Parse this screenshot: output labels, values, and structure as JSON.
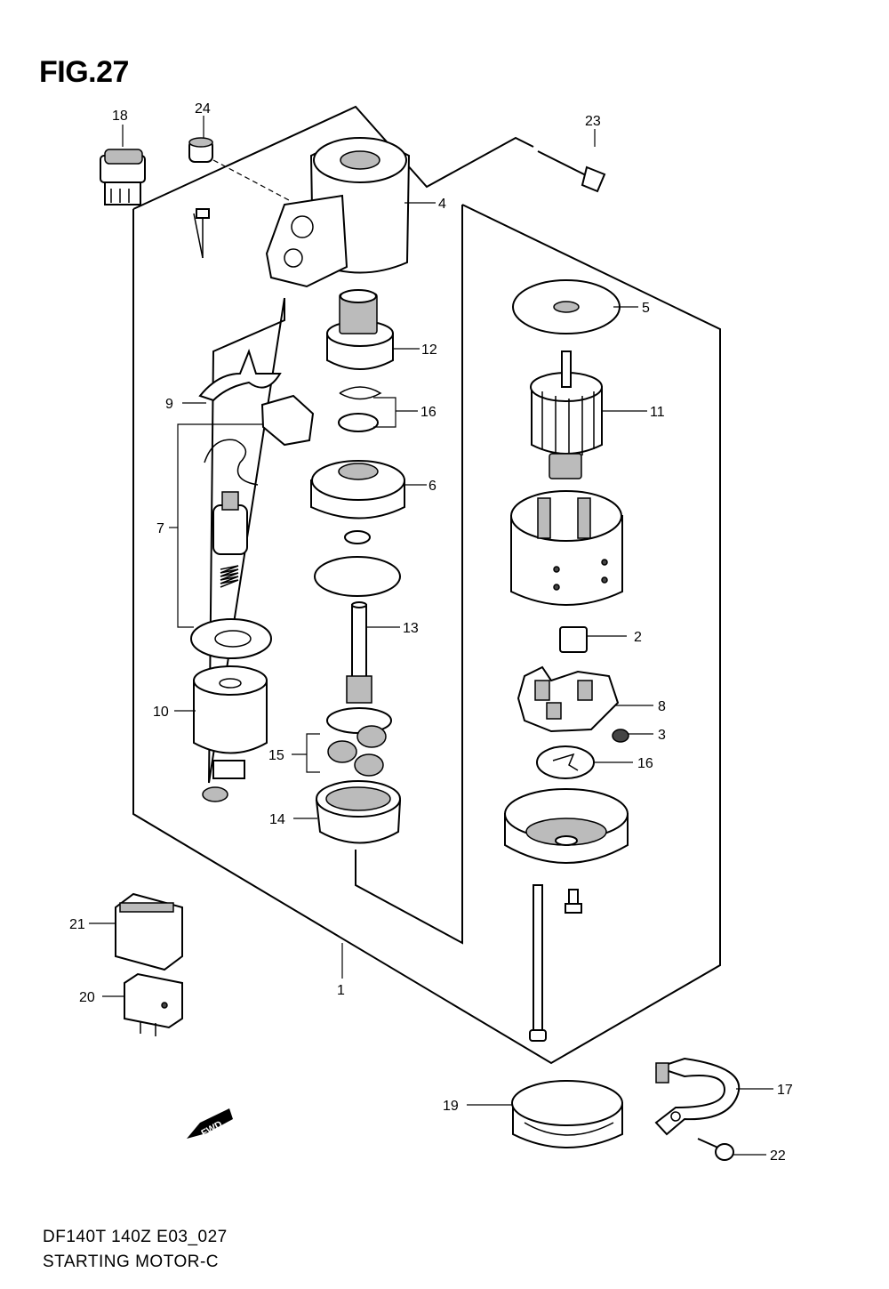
{
  "figure": {
    "title": "FIG.27",
    "code": "DF140T 140Z E03_027",
    "name": "STARTING MOTOR-C",
    "fwd_label": "FWD"
  },
  "callouts": [
    "1",
    "2",
    "3",
    "4",
    "5",
    "6",
    "7",
    "8",
    "9",
    "10",
    "11",
    "12",
    "13",
    "14",
    "15",
    "16",
    "16",
    "17",
    "18",
    "19",
    "20",
    "21",
    "22",
    "23",
    "24"
  ]
}
